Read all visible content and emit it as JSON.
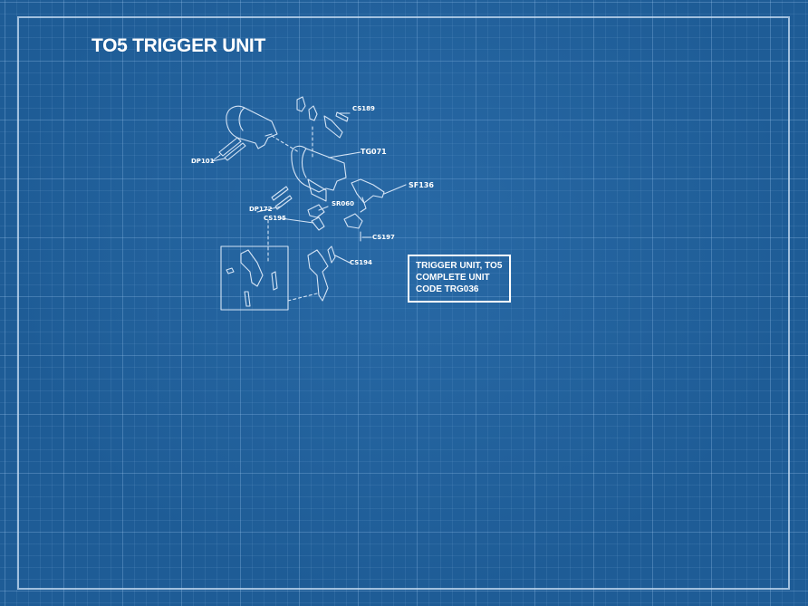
{
  "page": {
    "title": "TO5 TRIGGER UNIT"
  },
  "diagram": {
    "part_labels": [
      {
        "code": "CS189"
      },
      {
        "code": "TG071"
      },
      {
        "code": "DP101"
      },
      {
        "code": "SF136"
      },
      {
        "code": "DP172"
      },
      {
        "code": "SR060"
      },
      {
        "code": "CS195"
      },
      {
        "code": "CS197"
      },
      {
        "code": "CS194"
      }
    ]
  },
  "infobox": {
    "lines": [
      "TRIGGER UNIT, TO5",
      "COMPLETE UNIT",
      "CODE TRG036"
    ]
  },
  "colors": {
    "background": "#1e5c96",
    "grid": "#a0c8f0",
    "line": "#ffffff"
  }
}
